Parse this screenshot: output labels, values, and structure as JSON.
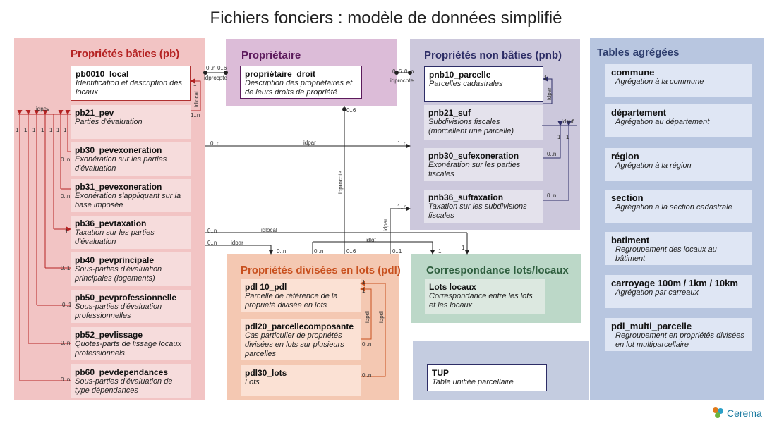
{
  "title": "Fichiers fonciers : modèle de données simplifié",
  "colors": {
    "pb_bg": "#f2c4c4",
    "pb_title": "#b52323",
    "prop_bg": "#dcbcd8",
    "prop_title": "#5c1a5c",
    "pnb_bg": "#ccc8dc",
    "pnb_title": "#2d2d66",
    "pdl_bg": "#f4c8b2",
    "pdl_title": "#c8501e",
    "corr_bg": "#bcd8c8",
    "corr_title": "#2e5e3e",
    "tup_bg": "#c4cce0",
    "agg_bg": "#b8c6e0",
    "agg_title": "#2e3e6e"
  },
  "pb": {
    "title": "Propriétés bâties (pb)",
    "tables": [
      {
        "name": "pb0010_local",
        "desc": "Identification et description des locaux"
      },
      {
        "name": "pb21_pev",
        "desc": "Parties d'évaluation"
      },
      {
        "name": "pb30_pevexoneration",
        "desc": "Exonération sur les parties d'évaluation"
      },
      {
        "name": "pb31_pevexoneration",
        "desc": "Exonération s'appliquant sur la base imposée"
      },
      {
        "name": "pb36_pevtaxation",
        "desc": "Taxation sur les parties d'évaluation"
      },
      {
        "name": "pb40_pevprincipale",
        "desc": "Sous-parties d'évaluation principales (logements)"
      },
      {
        "name": "pb50_pevprofessionnelle",
        "desc": "Sous-parties d'évaluation professionnelles"
      },
      {
        "name": "pb52_pevlissage",
        "desc": "Quotes-parts de lissage locaux professionnels"
      },
      {
        "name": "pb60_pevdependances",
        "desc": "Sous-parties d'évaluation de type dépendances"
      }
    ]
  },
  "proprietaire": {
    "title": "Propriétaire",
    "tables": [
      {
        "name": "propriétaire_droit",
        "desc": "Description des propriétaires et de leurs droits de propriété"
      }
    ]
  },
  "pnb": {
    "title": "Propriétés non bâties (pnb)",
    "tables": [
      {
        "name": "pnb10_parcelle",
        "desc": "Parcelles cadastrales"
      },
      {
        "name": "pnb21_suf",
        "desc": "Subdivisions fiscales (morcellent une parcelle)"
      },
      {
        "name": "pnb30_sufexoneration",
        "desc": "Exonération sur les parties fiscales"
      },
      {
        "name": "pnb36_suftaxation",
        "desc": "Taxation sur les subdivisions fiscales"
      }
    ]
  },
  "pdl": {
    "title": "Propriétés divisées en lots (pdl)",
    "tables": [
      {
        "name": "pdl 10_pdl",
        "desc": "Parcelle de référence de la propriété divisée en lots"
      },
      {
        "name": "pdl20_parcellecomposante",
        "desc": "Cas particulier de propriétés divisées en lots sur plusieurs parcelles"
      },
      {
        "name": "pdl30_lots",
        "desc": "Lots"
      }
    ]
  },
  "correspondance": {
    "title": "Correspondance lots/locaux",
    "tables": [
      {
        "name": "Lots locaux",
        "desc": "Correspondance entre les lots et les locaux"
      }
    ]
  },
  "tup": {
    "name": "TUP",
    "desc": "Table unifiée parcellaire"
  },
  "agg": {
    "title": "Tables agrégées",
    "tables": [
      {
        "name": "commune",
        "desc": "Agrégation à la commune"
      },
      {
        "name": "département",
        "desc": "Agrégation au département"
      },
      {
        "name": "région",
        "desc": "Agrégation à la région"
      },
      {
        "name": "section",
        "desc": "Agrégation à la section cadastrale"
      },
      {
        "name": "batiment",
        "desc": "Regroupement des locaux au bâtiment"
      },
      {
        "name": "carroyage 100m / 1km / 10km",
        "desc": "Agrégation par carreaux"
      },
      {
        "name": "pdl_multi_parcelle",
        "desc": "Regroupement en propriétés divisées en lot multiparcellaire"
      }
    ]
  },
  "links": {
    "idpev": "idpev",
    "idlocal": "idlocal",
    "idprocpte": "idprocpte",
    "idpar": "idpar",
    "idlot": "idlot",
    "idsuf": "idsuf",
    "idpdl": "idpdl",
    "one": "1",
    "zero_n": "0..n",
    "zero_six": "0..6",
    "one_n": "1..n",
    "zero_one": "0..1"
  },
  "logo": "Cerema"
}
